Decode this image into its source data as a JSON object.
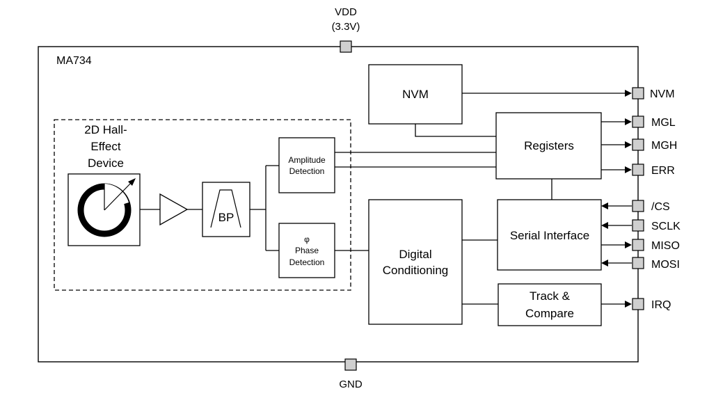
{
  "chip": {
    "name": "MA734"
  },
  "supply": {
    "vdd_label": "VDD",
    "vdd_value": "(3.3V)",
    "gnd_label": "GND"
  },
  "hall": {
    "title_line1": "2D Hall-",
    "title_line2": "Effect",
    "title_line3": "Device"
  },
  "blocks": {
    "bandpass": "BP",
    "amplitude_line1": "Amplitude",
    "amplitude_line2": "Detection",
    "phase_symbol": "φ",
    "phase_line1": "Phase",
    "phase_line2": "Detection",
    "nvm": "NVM",
    "registers": "Registers",
    "serial": "Serial Interface",
    "digital_line1": "Digital",
    "digital_line2": "Conditioning",
    "track_line1": "Track &",
    "track_line2": "Compare"
  },
  "pins": {
    "nvm": "NVM",
    "mgl": "MGL",
    "mgh": "MGH",
    "err": "ERR",
    "cs": "/CS",
    "sclk": "SCLK",
    "miso": "MISO",
    "mosi": "MOSI",
    "irq": "IRQ"
  },
  "colors": {
    "pad_fill": "#cfcfcf",
    "line": "#000000"
  }
}
